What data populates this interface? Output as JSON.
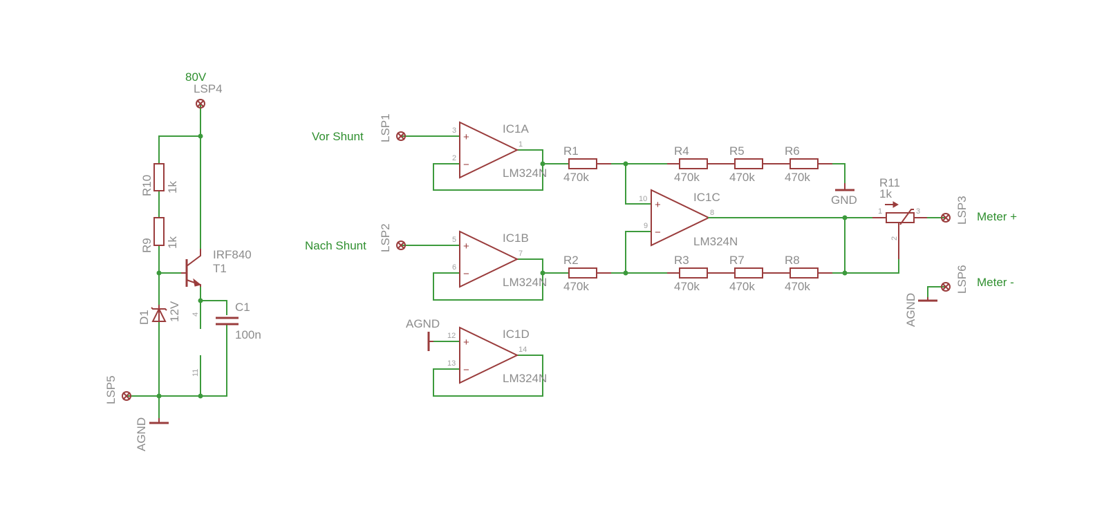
{
  "supply": {
    "net_80v": "80V",
    "lsp4": "LSP4",
    "lsp5": "LSP5",
    "agnd_left": "AGND"
  },
  "resistors": {
    "r10": {
      "name": "R10",
      "value": "1k"
    },
    "r9": {
      "name": "R9",
      "value": "1k"
    },
    "r1": {
      "name": "R1",
      "value": "470k"
    },
    "r2": {
      "name": "R2",
      "value": "470k"
    },
    "r3": {
      "name": "R3",
      "value": "470k"
    },
    "r4": {
      "name": "R4",
      "value": "470k"
    },
    "r5": {
      "name": "R5",
      "value": "470k"
    },
    "r6": {
      "name": "R6",
      "value": "470k"
    },
    "r7": {
      "name": "R7",
      "value": "470k"
    },
    "r8": {
      "name": "R8",
      "value": "470k"
    },
    "r11": {
      "name": "R11",
      "value": "1k"
    }
  },
  "transistor": {
    "part": "IRF840",
    "name": "T1"
  },
  "diode": {
    "name": "D1",
    "value": "12V"
  },
  "capacitor": {
    "name": "C1",
    "value": "100n"
  },
  "power_pins": {
    "pin4": "4",
    "pin11": "11"
  },
  "opamps": {
    "ic1a": {
      "name": "IC1A",
      "part": "LM324N",
      "pin_plus": "3",
      "pin_minus": "2",
      "pin_out": "1"
    },
    "ic1b": {
      "name": "IC1B",
      "part": "LM324N",
      "pin_plus": "5",
      "pin_minus": "6",
      "pin_out": "7"
    },
    "ic1c": {
      "name": "IC1C",
      "part": "LM324N",
      "pin_plus": "10",
      "pin_minus": "9",
      "pin_out": "8"
    },
    "ic1d": {
      "name": "IC1D",
      "part": "LM324N",
      "pin_plus": "12",
      "pin_minus": "13",
      "pin_out": "14"
    }
  },
  "connectors": {
    "lsp1": {
      "name": "LSP1",
      "net": "Vor Shunt"
    },
    "lsp2": {
      "name": "LSP2",
      "net": "Nach Shunt"
    },
    "lsp3": {
      "name": "LSP3",
      "net": "Meter +"
    },
    "lsp6": {
      "name": "LSP6",
      "net": "Meter -"
    }
  },
  "grounds": {
    "gnd": "GND",
    "agnd_ic1d": "AGND",
    "agnd_right": "AGND"
  },
  "pot_pins": {
    "p1": "1",
    "p2": "2",
    "p3": "3"
  },
  "symbols": {
    "plus": "+",
    "minus": "−"
  }
}
